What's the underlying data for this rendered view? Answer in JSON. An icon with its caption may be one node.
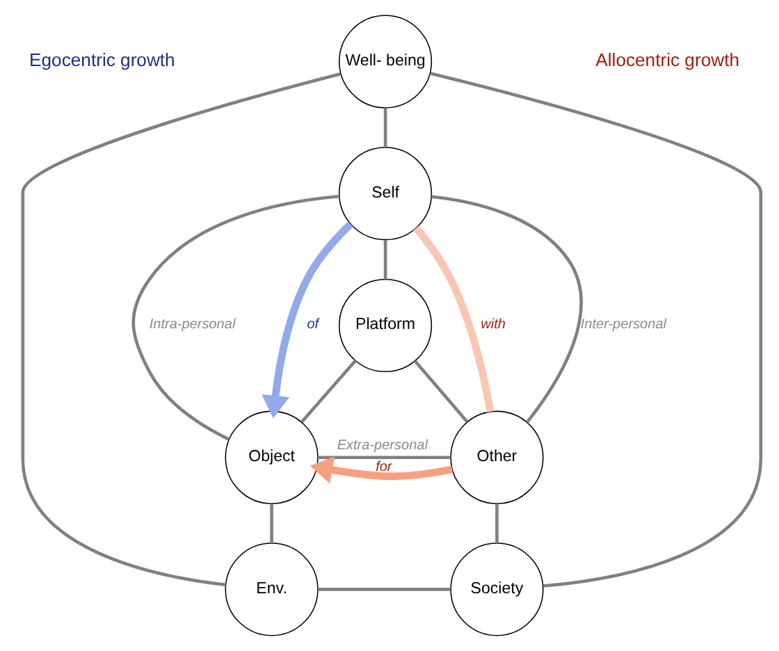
{
  "diagram": {
    "nodes": [
      {
        "text": [
          "Well- being"
        ]
      },
      {
        "text": [
          "Self"
        ]
      },
      {
        "text": [
          "Platform"
        ]
      },
      {
        "text": [
          "Object"
        ]
      },
      {
        "text": [
          "Other"
        ]
      },
      {
        "text": [
          "Env."
        ]
      },
      {
        "text": [
          "Society"
        ]
      }
    ],
    "edges": [
      {
        "from": 0,
        "to": 1,
        "arrow": "none"
      },
      {
        "from": 0,
        "to": 5,
        "arrow": "none"
      },
      {
        "from": 0,
        "to": 6,
        "arrow": "none"
      },
      {
        "from": 1,
        "to": 2,
        "arrow": "none"
      },
      {
        "from": 1,
        "to": 3,
        "arrow": "none",
        "label": "Intra-personal"
      },
      {
        "from": 1,
        "to": 4,
        "arrow": "none",
        "label": "Inter-personal"
      },
      {
        "from": 2,
        "to": 3,
        "arrow": "none"
      },
      {
        "from": 2,
        "to": 4,
        "arrow": "none"
      },
      {
        "from": 3,
        "to": 4,
        "arrow": "none",
        "label": "Extra-personal"
      },
      {
        "from": 3,
        "to": 5,
        "arrow": "none"
      },
      {
        "from": 4,
        "to": 6,
        "arrow": "none"
      },
      {
        "from": 5,
        "to": 6,
        "arrow": "none"
      },
      {
        "from": 1,
        "to": 3,
        "arrow": "to",
        "label": "of",
        "style": "thick",
        "color": "#92a9ea"
      },
      {
        "from": 1,
        "to": 4,
        "arrow": "none",
        "label": "with",
        "style": "thick",
        "color": "#f9c6b4"
      },
      {
        "from": 4,
        "to": 3,
        "arrow": "to",
        "label": "for",
        "style": "thick",
        "color": "#f5a07f"
      }
    ],
    "labels": [
      "Egocentric growth",
      "Allocentric growth"
    ]
  }
}
